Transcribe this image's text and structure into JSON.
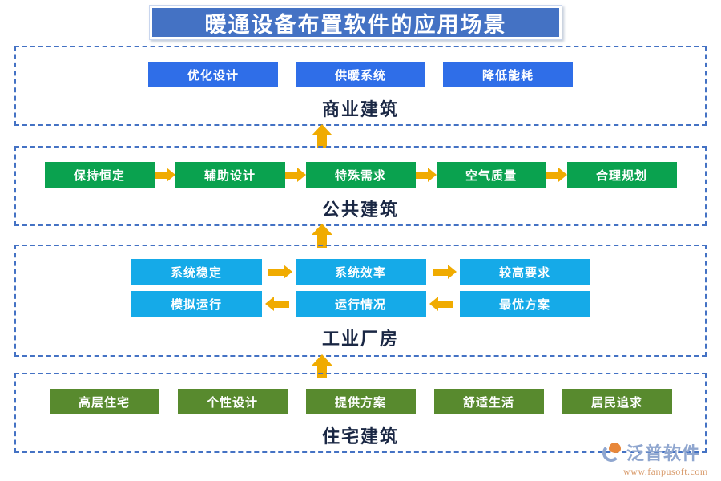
{
  "title": {
    "text": "暖通设备布置软件的应用场景",
    "banner_color": "#4472c4"
  },
  "colors": {
    "panel_border": "#4472c4",
    "arrow": "#f0ab00",
    "commercial_node": "#2f6ee8",
    "public_node": "#0aa24f",
    "industrial_node": "#15aae8",
    "residential_node": "#588a2e",
    "label_text": "#1a2744"
  },
  "sections": [
    {
      "id": "commercial",
      "label": "商业建筑",
      "node_color": "blue",
      "has_arrows": false,
      "rows": [
        {
          "direction": "none",
          "nodes": [
            "优化设计",
            "供暖系统",
            "降低能耗"
          ]
        }
      ]
    },
    {
      "id": "public",
      "label": "公共建筑",
      "node_color": "green",
      "has_arrows": true,
      "rows": [
        {
          "direction": "right",
          "nodes": [
            "保持恒定",
            "辅助设计",
            "特殊需求",
            "空气质量",
            "合理规划"
          ]
        }
      ]
    },
    {
      "id": "industrial",
      "label": "工业厂房",
      "node_color": "cyan",
      "has_arrows": true,
      "rows": [
        {
          "direction": "right",
          "nodes": [
            "系统稳定",
            "系统效率",
            "较高要求"
          ]
        },
        {
          "direction": "left",
          "nodes": [
            "模拟运行",
            "运行情况",
            "最优方案"
          ]
        }
      ]
    },
    {
      "id": "residential",
      "label": "住宅建筑",
      "node_color": "olive",
      "has_arrows": false,
      "rows": [
        {
          "direction": "none",
          "nodes": [
            "高层住宅",
            "个性设计",
            "提供方案",
            "舒适生活",
            "居民追求"
          ]
        }
      ]
    }
  ],
  "connectors": [
    {
      "id": "arrow-commercial-public",
      "direction": "up"
    },
    {
      "id": "arrow-public-industrial",
      "direction": "up"
    },
    {
      "id": "arrow-industrial-residential",
      "direction": "up"
    }
  ],
  "logo": {
    "name": "泛普软件",
    "url": "www.fanpusoft.com"
  }
}
